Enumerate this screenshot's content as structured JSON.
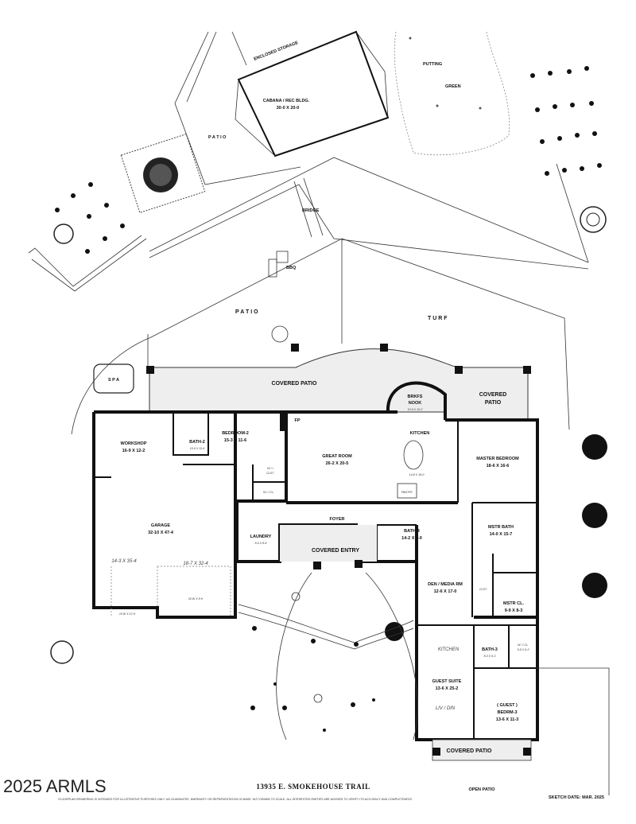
{
  "watermark": "2025 ARMLS",
  "address": "13935 E. SMOKEHOUSE TRAIL",
  "sketch_date": "SKETCH DATE:  MAR. 2025",
  "disclaimer": "FLOORPLAN RENDERING IS INTENDED FOR ILLUSTRATIVE PURPOSES ONLY.  NO GUARANTEE, WARRANTY OR REPRESENTATION IS MADE.  NOT DRAWN TO SCALE.  ALL INTERESTED PARTIES ARE ADVISED TO VERIFY ITS ACCURACY AND COMPLETENESS.",
  "outdoor": {
    "enclosed_storage": "ENCLOSED STORAGE",
    "cabana": {
      "name": "CABANA / REC BLDG.",
      "dims": "30-0  X  20-0"
    },
    "putting": "PUTTING",
    "green": "GREEN",
    "patio_upper": "P A T I O",
    "bridge": "BRIDGE",
    "bbq": "BBQ",
    "patio_main": "P A T I O",
    "turf": "T U R F",
    "spa": "S P A",
    "covered_patio_rear": "COVERED PATIO",
    "covered_patio_side": {
      "l1": "COVERED",
      "l2": "PATIO"
    },
    "covered_entry": "COVERED ENTRY",
    "covered_patio_front": "COVERED PATIO",
    "open_patio": "OPEN PATIO"
  },
  "rooms": {
    "workshop": {
      "name": "WORKSHOP",
      "dims": "16-9  X  12-2"
    },
    "bath2": {
      "name": "BATH-2",
      "dims": "10-6 X 11-6"
    },
    "bedroom2": {
      "name": "BEDROOM-2",
      "dims": "15-3  X  11-6"
    },
    "wi_clst": {
      "l1": "W / I",
      "l2": "CLST."
    },
    "wi_cl": "W / I CL.",
    "fp": "FP",
    "great_room": {
      "name": "GREAT ROOM",
      "dims": "26-2  X  20-5"
    },
    "brkfs": {
      "name": "BRKFS",
      "name2": "NOOK",
      "dims": "10-9 X 10-2"
    },
    "kitchen": {
      "name": "KITCHEN",
      "dims": "14-8 X 18-0"
    },
    "pantry": "PANTRY",
    "master_bedroom": {
      "name": "MASTER BEDROOM",
      "dims": "18-6  X  16-6"
    },
    "garage": {
      "name": "GARAGE",
      "dims": "32-10  X  47-4"
    },
    "garage_bay1": "14-3  X  35-4",
    "garage_bay2": "18-7  X  32-4",
    "door1": "10 W  X  12 H",
    "door2": "16 W  X  8 H",
    "foyer": "FOYER",
    "laundry": {
      "name": "LAUNDRY",
      "dims": "8-4 X 8-8"
    },
    "bath4": {
      "name": "BATH-4",
      "dims": "14-2  X  8-0"
    },
    "mstr_bath": {
      "name": "MSTR BATH",
      "dims": "14-0  X  15-7"
    },
    "clst": "CLST.",
    "mstr_cl": {
      "name": "MSTR CL.",
      "dims": "9-9 X 8-3"
    },
    "den": {
      "name": "DEN / MEDIA RM",
      "dims": "12-6  X  17-0"
    },
    "kitchen2": "KITCHEN",
    "bath3": {
      "name": "BATH-3",
      "dims": "8-3 X 9-3"
    },
    "wicl2": {
      "l1": "W / I CL.",
      "l2": "5-5 X 9-3"
    },
    "guest_suite": {
      "name": "GUEST SUITE",
      "dims": "13-6  X  25-2"
    },
    "livdin": "LIV / DIN",
    "bedrm3": {
      "l1": "( GUEST )",
      "l2": "BEDRM-3",
      "dims": "13-6  X  11-3"
    }
  }
}
